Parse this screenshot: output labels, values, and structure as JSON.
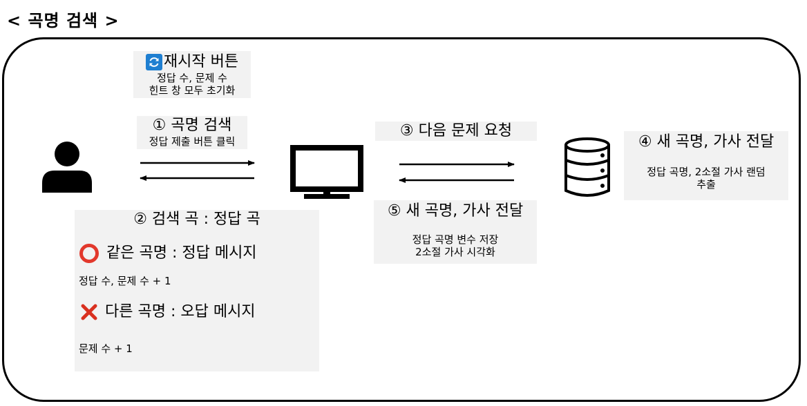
{
  "page_title": "< 곡명 검색 >",
  "restart": {
    "title": "재시작 버튼",
    "line1": "정답 수, 문제 수",
    "line2": "힌트 창 모두 초기화"
  },
  "step1": {
    "title": "① 곡명 검색",
    "desc": "정답 제출 버튼 클릭"
  },
  "step2": {
    "title": "② 검색 곡 : 정답 곡",
    "correct_title": "같은 곡명 : 정답 메시지",
    "correct_desc": "정답 수, 문제 수 + 1",
    "wrong_title": "다른 곡명 : 오답 메시지",
    "wrong_desc": "문제 수 + 1"
  },
  "step3": {
    "title": "③ 다음 문제 요청"
  },
  "step4": {
    "title": "④ 새 곡명, 가사 전달",
    "line1": "정답 곡명, 2소절 가사 랜덤",
    "line2": "추출"
  },
  "step5": {
    "title": "⑤ 새 곡명, 가사 전달",
    "line1": "정답 곡명 변수 저장",
    "line2": "2소절 가사 시각화"
  },
  "colors": {
    "card_bg": "#f2f2f2",
    "refresh_blue": "#1f7fd1",
    "circle_red": "#e2382c",
    "cross_red": "#d9301f"
  },
  "icons": {
    "user": "user-icon",
    "monitor": "monitor-icon",
    "database": "database-icon",
    "refresh": "refresh-icon",
    "correct": "circle-icon",
    "wrong": "cross-icon"
  }
}
